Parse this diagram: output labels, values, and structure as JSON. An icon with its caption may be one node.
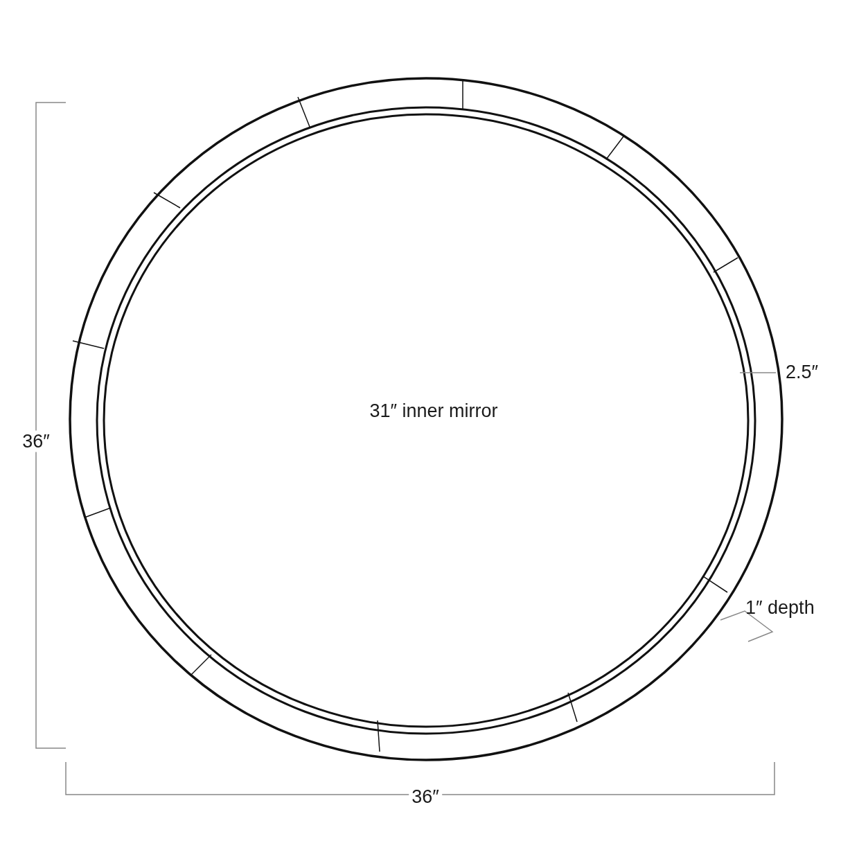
{
  "diagram": {
    "labels": [
      "36″",
      "31″ inner mirror",
      "2.5″",
      "1″ depth",
      "36″"
    ]
  }
}
